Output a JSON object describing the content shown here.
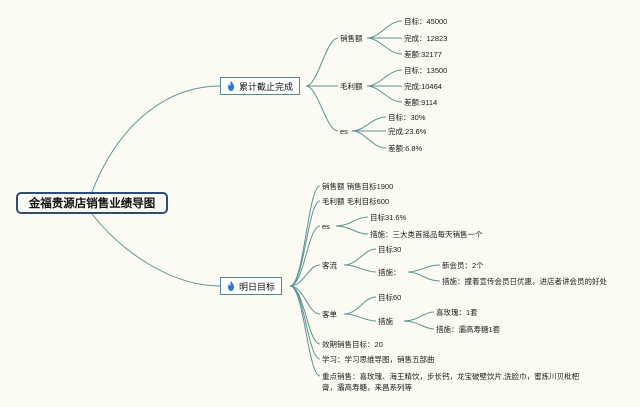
{
  "root": "金福贵源店销售业绩导图",
  "branch1": {
    "title": "累计截止完成",
    "icon": "flame-icon",
    "sales": {
      "label": "销售额",
      "target": "目标：45000",
      "done": "完成：12823",
      "gap": "差额:32177"
    },
    "profit": {
      "label": "毛利额",
      "target": "目标：13500",
      "done": "完成:10464",
      "gap": "差额:9114"
    },
    "es": {
      "label": "es",
      "target": "目标：30%",
      "done": "完成:23.6%",
      "gap": "差额:6.8%"
    }
  },
  "branch2": {
    "title": "明日目标",
    "icon": "flame-icon",
    "sales_target": "销售额 销售目标1900",
    "profit_target": "毛利额 毛利目标600",
    "es": {
      "label": "es",
      "target": "目标31.6%",
      "measure": "措施：三大类首摇品每天销售一个"
    },
    "traffic": {
      "label": "客流",
      "target": "目标30",
      "measure_label": "措施：",
      "new_members": "新会员：2个",
      "measure": "措施：撞着宣传会员日优惠，进店者讲会员的好处"
    },
    "ticket": {
      "label": "客单",
      "target": "目标60",
      "measure_label": "措施",
      "item1": "喜玫瑰：1套",
      "item2": "措施：灞高寿糖1套"
    },
    "effective": "效期销售目标：20",
    "study": "学习：学习思维导图，销售五部曲",
    "focus_line1": "重点销售：喜玫瑰、海王精饮，步长钙，龙宝破壁饮片,洗脸巾，蜜炼川贝枇杷",
    "focus_line2": "膏，灞高寿糖，来昌系列等"
  },
  "colors": {
    "line": "#5d9394",
    "root_border": "#2f4d72",
    "flame": "#2b73d6"
  }
}
